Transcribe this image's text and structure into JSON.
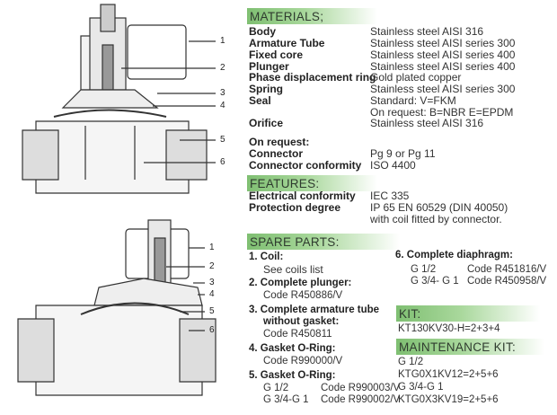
{
  "diagram": {
    "top_labels": [
      "1",
      "2",
      "3",
      "4",
      "5",
      "6"
    ],
    "bottom_labels": [
      "1",
      "2",
      "3",
      "4",
      "5",
      "6"
    ]
  },
  "materials": {
    "title": "MATERIALS;",
    "rows": [
      {
        "label": "Body",
        "value": "Stainless steel AISI 316"
      },
      {
        "label": "Armature Tube",
        "value": "Stainless steel AISI series 300"
      },
      {
        "label": "Fixed core",
        "value": "Stainless steel AISI series 400"
      },
      {
        "label": "Plunger",
        "value": "Stainless steel AISI series 400"
      },
      {
        "label": "Phase displacement ring",
        "value": "Gold plated copper"
      },
      {
        "label": "Spring",
        "value": "Stainless steel AISI series 300"
      },
      {
        "label": "Seal",
        "value": "Standard:   V=FKM"
      },
      {
        "label": "",
        "value": "On request: B=NBR    E=EPDM"
      },
      {
        "label": "Orifice",
        "value": "Stainless steel AISI 316"
      }
    ],
    "on_request": "On request:",
    "rows2": [
      {
        "label": "Connector",
        "value": "Pg 9 or Pg 11"
      },
      {
        "label": "Connector conformity",
        "value": "ISO 4400"
      }
    ]
  },
  "features": {
    "title": "FEATURES:",
    "rows": [
      {
        "label": "Electrical conformity",
        "value": "IEC 335"
      },
      {
        "label": "Protection degree",
        "value": "IP 65 EN 60529 (DIN 40050)"
      },
      {
        "label": "",
        "value": "with coil fitted by connector."
      }
    ]
  },
  "spare": {
    "title": "SPARE PARTS:",
    "p1": "1.  Coil:",
    "p1a": "See coils list",
    "p2": "2.  Complete plunger:",
    "p2a": "Code R450886/V",
    "p3": "3.  Complete armature tube",
    "p3b": "without gasket:",
    "p3a": "Code R450811",
    "p4": "4.  Gasket O-Ring:",
    "p4a": "Code R990000/V",
    "p5": "5.  Gasket O-Ring:",
    "p5r1a": "G 1/2",
    "p5r1b": "Code R990003/V",
    "p5r2a": "G 3/4-G 1",
    "p5r2b": "Code R990002/V",
    "p6": "6.  Complete diaphragm:",
    "p6r1a": "G 1/2",
    "p6r1b": "Code R451816/V",
    "p6r2a": "G 3/4- G 1",
    "p6r2b": "Code R450958/V"
  },
  "kit": {
    "title": "KIT:",
    "code": "KT130KV30-H=2+3+4"
  },
  "maintenance": {
    "title": "MAINTENANCE KIT:",
    "r1": "G 1/2",
    "r2": "KTG0X1KV12=2+5+6",
    "r3": "G 3/4-G 1",
    "r4": "KTG0X3KV19=2+5+6"
  }
}
